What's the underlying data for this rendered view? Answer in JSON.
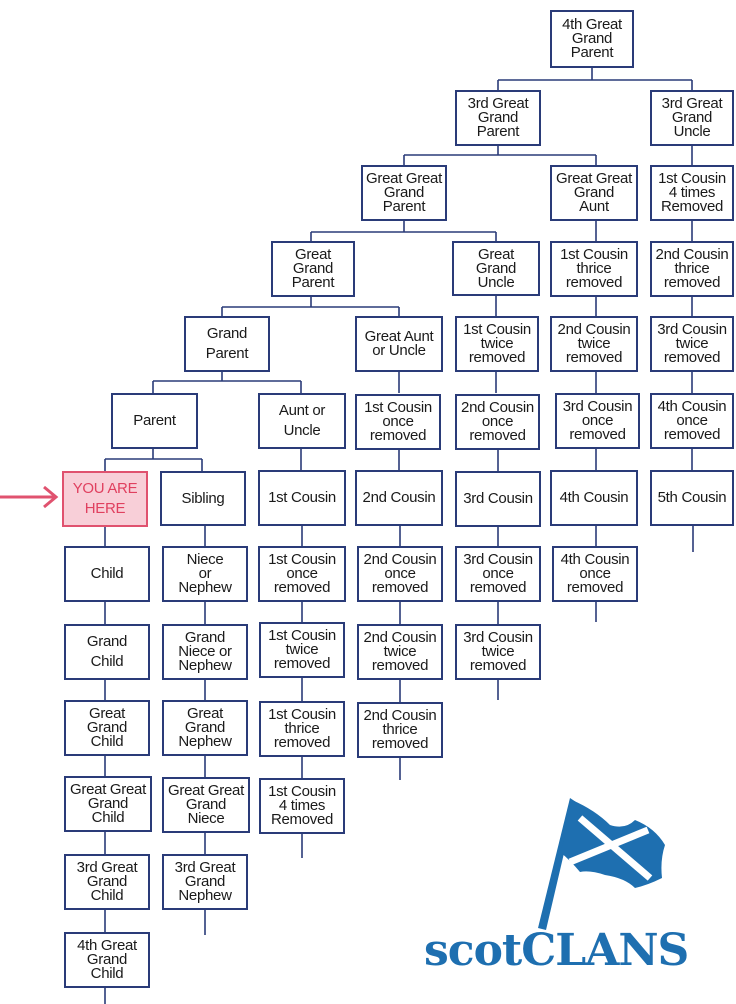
{
  "boxes": {
    "r0": [
      "4th Great\nGrand\nParent"
    ],
    "r1": [
      "3rd Great\nGrand\nParent",
      "3rd Great\nGrand\nUncle"
    ],
    "r2": [
      "Great Great\nGrand\nParent",
      "Great Great\nGrand\nAunt",
      "1st Cousin\n4 times\nRemoved"
    ],
    "r3": [
      "Great\nGrand\nParent",
      "Great\nGrand\nUncle",
      "1st Cousin\nthrice\nremoved",
      "2nd  Cousin\nthrice\nremoved"
    ],
    "r4": [
      "Grand\nParent",
      "Great Aunt\nor Uncle",
      "1st Cousin\ntwice\nremoved",
      "2nd Cousin\ntwice\nremoved",
      "3rd Cousin\ntwice\nremoved"
    ],
    "r5": [
      "Parent",
      "Aunt or\nUncle",
      "1st Cousin\nonce\nremoved",
      "2nd Cousin\nonce\nremoved",
      "3rd Cousin\nonce\nremoved",
      "4th Cousin\nonce\nremoved"
    ],
    "r6": [
      "YOU ARE\nHERE",
      "Sibling",
      "1st Cousin",
      "2nd Cousin",
      "3rd Cousin",
      "4th Cousin",
      "5th Cousin"
    ],
    "r7": [
      "Child",
      "Niece\nor\nNephew",
      "1st Cousin\nonce\nremoved",
      "2nd Cousin\nonce\nremoved",
      "3rd Cousin\nonce\nremoved",
      "4th Cousin\nonce\nremoved"
    ],
    "r8": [
      "Grand\nChild",
      "Grand\nNiece or\nNephew",
      "1st Cousin\ntwice\nremoved",
      "2nd Cousin\ntwice\nremoved",
      "3rd Cousin\ntwice\nremoved"
    ],
    "r9": [
      "Great\nGrand\nChild",
      "Great\nGrand\nNephew",
      "1st Cousin\nthrice\nremoved",
      "2nd  Cousin\nthrice\nremoved"
    ],
    "r10": [
      "Great Great\nGrand\nChild",
      "Great Great\nGrand\nNiece",
      "1st Cousin\n4 times\nRemoved"
    ],
    "r11": [
      "3rd Great\nGrand\nChild",
      "3rd Great\nGrand\nNephew"
    ],
    "r12": [
      "4th Great\nGrand\nChild"
    ]
  },
  "logo": {
    "prefix": "scot",
    "suffix": "CLANS",
    "color": "#1e6fb0"
  },
  "colors": {
    "line": "#2a3b78",
    "highlight": "#e0526f",
    "highlight_fill": "#f8cfd8"
  }
}
